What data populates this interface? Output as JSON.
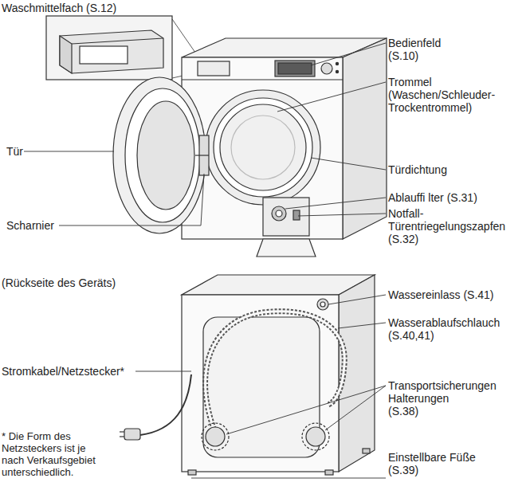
{
  "diagram": {
    "labels": [
      "Waschmittelfach (S.12)",
      "Bedienfeld (S.10)",
      "Trommel (Waschen/Schleuder- Trockentrommel)",
      "Tür",
      "Türdichtung",
      "Ablauffi lter (S.31)",
      "Scharnier",
      "Notfall- Türentriegelungszapfen (S.32)",
      "(Rückseite des Geräts)",
      "Wassereinlass (S.41)",
      "Wasserablaufschlauch (S.40,41)",
      "Stromkabel/Netzstecker*",
      "Transportsicherungen Halterungen (S.38)",
      "* Die Form des Netzsteckers ist je nach Verkaufsgebiet unterschiedlich.",
      "Einstellbare Füße (S.39)"
    ]
  }
}
